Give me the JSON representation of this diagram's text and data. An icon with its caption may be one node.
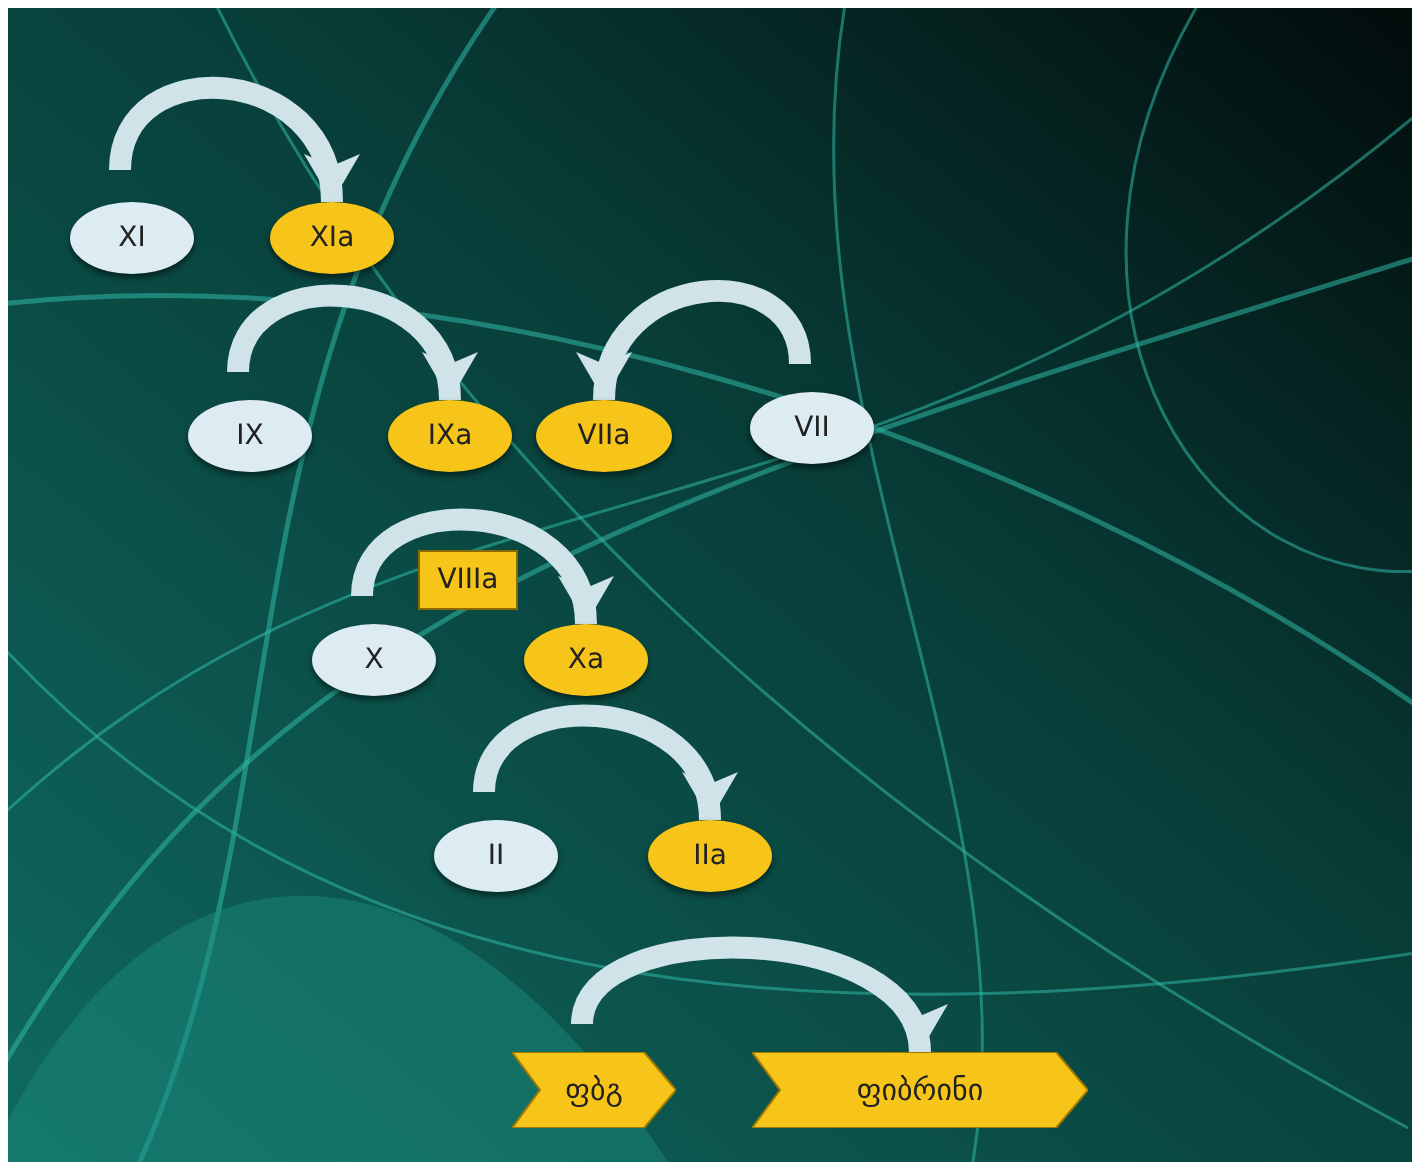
{
  "diagram": {
    "nodes": [
      {
        "text": [
          "XI"
        ]
      },
      {
        "text": [
          "XIa"
        ]
      },
      {
        "text": [
          "IX"
        ]
      },
      {
        "text": [
          "IXa"
        ]
      },
      {
        "text": [
          "VIIa"
        ]
      },
      {
        "text": [
          "VII"
        ]
      },
      {
        "text": [
          "VIIIa"
        ]
      },
      {
        "text": [
          "X"
        ]
      },
      {
        "text": [
          "Xa"
        ]
      },
      {
        "text": [
          "II"
        ]
      },
      {
        "text": [
          "IIa"
        ]
      },
      {
        "text": [
          "ფბგ"
        ]
      },
      {
        "text": [
          "ფიბრინი"
        ]
      }
    ],
    "edges": [
      {
        "from": 0,
        "to": 1,
        "arrow": "to"
      },
      {
        "from": 2,
        "to": 3,
        "arrow": "to"
      },
      {
        "from": 5,
        "to": 4,
        "arrow": "to"
      },
      {
        "from": 7,
        "to": 8,
        "arrow": "to"
      },
      {
        "from": 9,
        "to": 10,
        "arrow": "to"
      },
      {
        "from": 11,
        "to": 12,
        "arrow": "to"
      }
    ]
  }
}
